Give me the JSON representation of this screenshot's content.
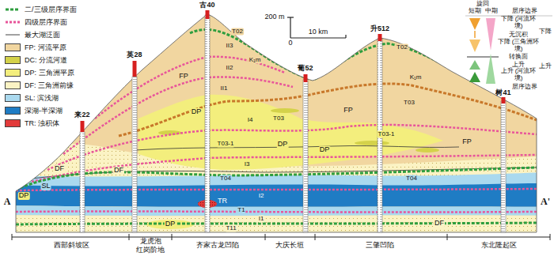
{
  "diagram": {
    "labels": [
      "来22",
      "英28",
      "古40",
      "葡52",
      "升512",
      "树41",
      "200 m",
      "0",
      "10 km",
      "旋回",
      "短期",
      "中期",
      "层序边界",
      "下降 (河流环境)",
      "无沉积",
      "下降 (三角洲环境)",
      "转换面",
      "上升",
      "上升 (河流环境)",
      "层序边界",
      "下降",
      "上升",
      "T02",
      "T02",
      "II3",
      "II2",
      "II1",
      "K₁m",
      "K₁m",
      "T03",
      "T03",
      "T03-1",
      "T03-1",
      "I4",
      "I3",
      "T04",
      "T04",
      "I2",
      "I1",
      "T11",
      "T1",
      "FP",
      "FP",
      "FP",
      "DP",
      "DP",
      "DP",
      "DP",
      "DP",
      "DF",
      "DF",
      "SL",
      "TR",
      "DF",
      "西部斜坡区",
      "龙虎泡",
      "红岗阶地",
      "齐家古龙凹陷",
      "大庆长垣",
      "三肇凹陷",
      "东北隆起区",
      "A",
      "A'"
    ],
    "legend": [
      {
        "text": "二/三级层序界面"
      },
      {
        "text": "四级层序界面"
      },
      {
        "text": "最大湖泛面"
      },
      {
        "text": "FP: 河流平原",
        "color": "#f1d6a0"
      },
      {
        "text": "DC: 分流河道",
        "color": "#d4d24a"
      },
      {
        "text": "DP: 三角洲平原",
        "color": "#f3ee7d"
      },
      {
        "text": "DF: 三角洲前缘",
        "color": "#fbf3c4"
      },
      {
        "text": "SL: 滨浅湖",
        "color": "#aad9ef"
      },
      {
        "text": "深湖-半深湖",
        "color": "#1f7cc4"
      },
      {
        "text": "TR: 浊积体",
        "color": "#e23b3b"
      }
    ]
  }
}
